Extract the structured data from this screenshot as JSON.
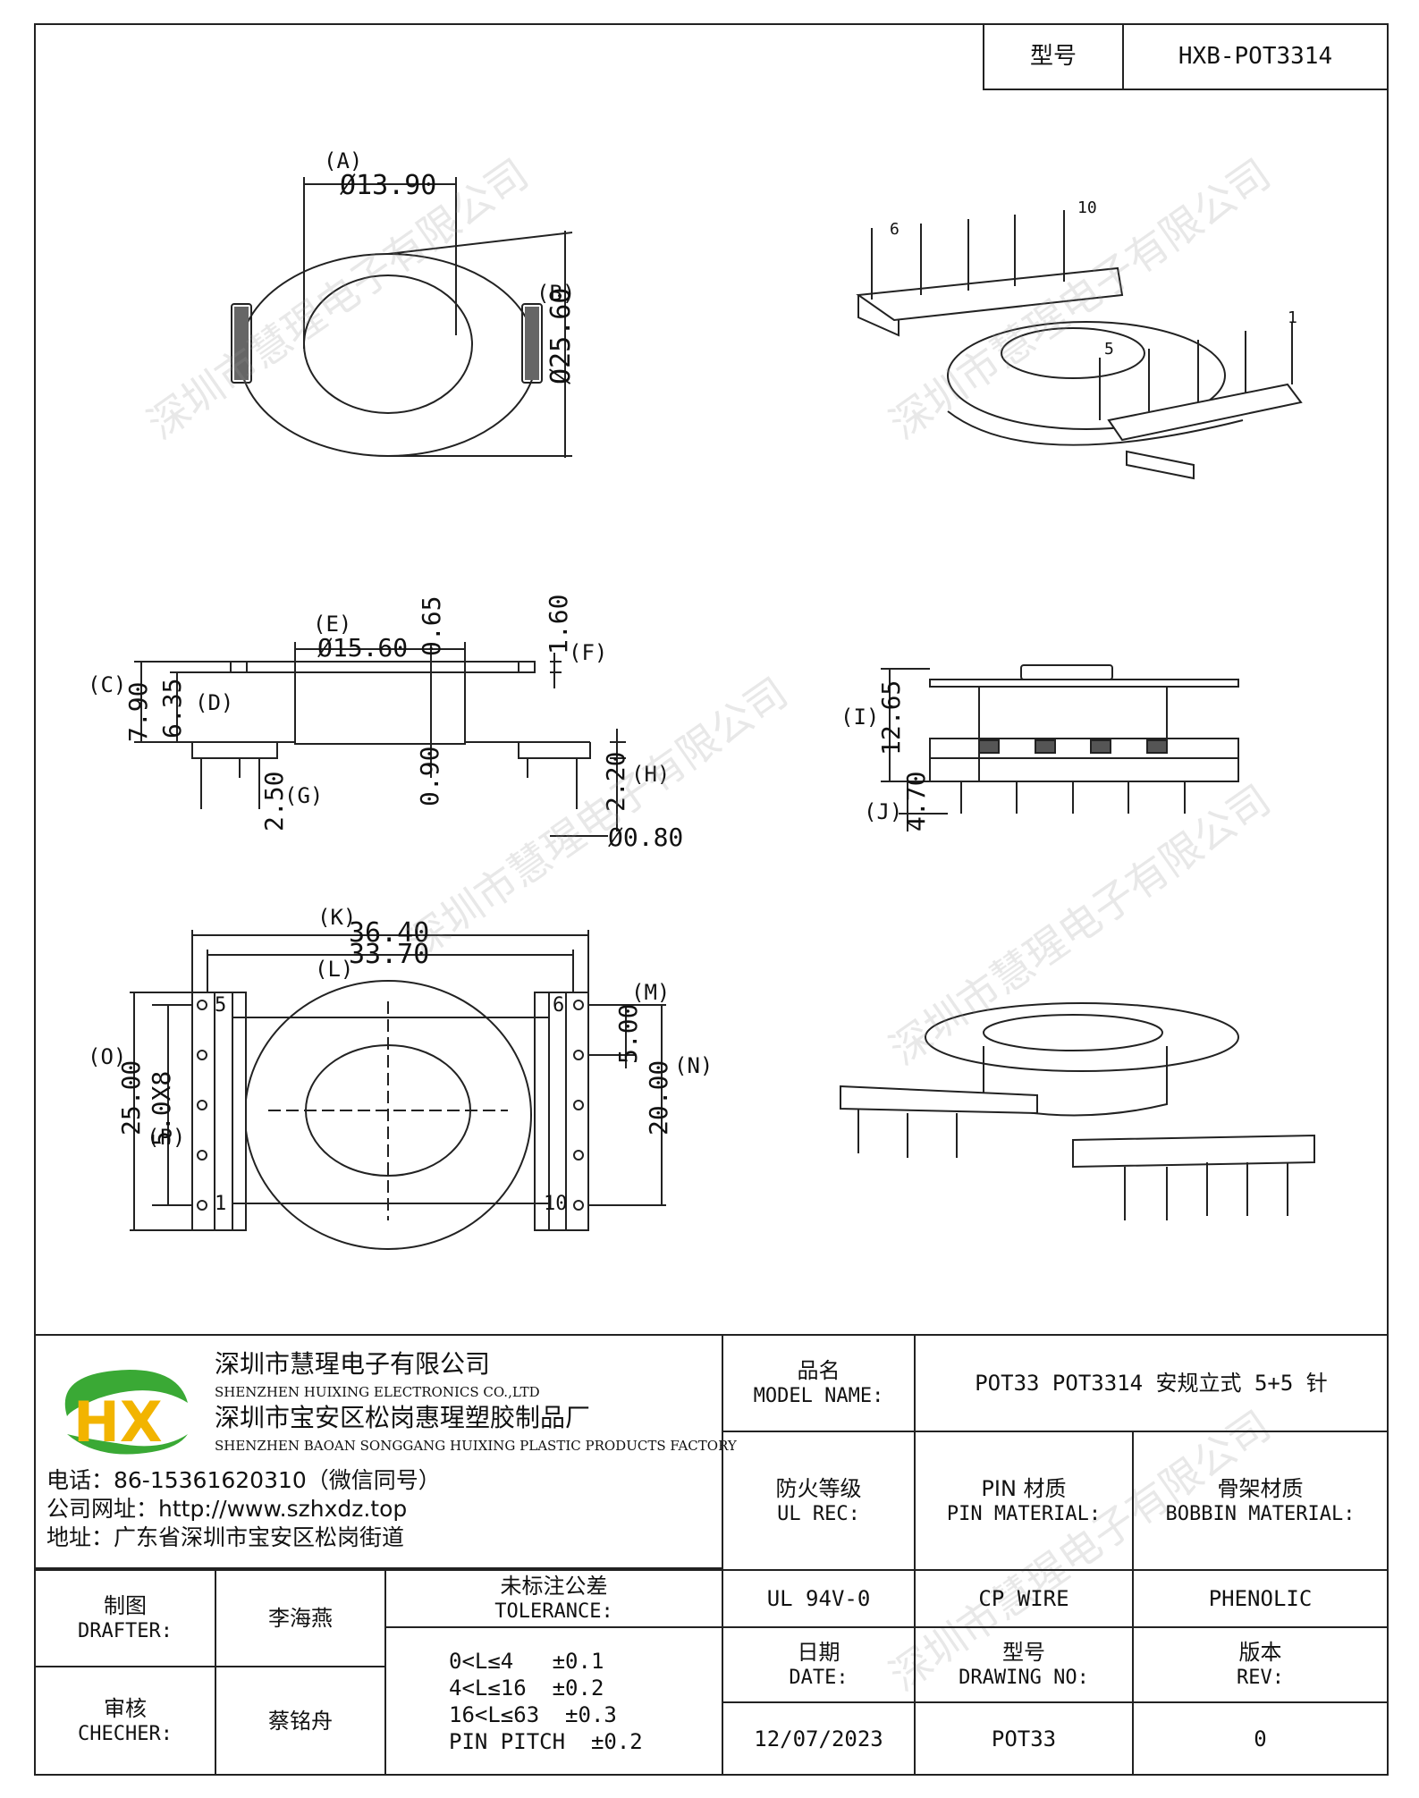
{
  "header": {
    "model_label": "型号",
    "model_value": "HXB-POT3314"
  },
  "dims": {
    "A": "(A)",
    "A_val": "Ø13.90",
    "B": "(B)",
    "B_val": "Ø25.60",
    "C": "(C)",
    "C_val": "7.90",
    "D": "(D)",
    "D_val": "6.35",
    "E": "(E)",
    "E_val": "Ø15.60",
    "E2_val": "0.65",
    "F": "(F)",
    "F_val": "1.60",
    "G": "(G)",
    "G_val": "2.50",
    "mid_val": "0.90",
    "H": "(H)",
    "H_val": "2.20",
    "pin_dia": "Ø0.80",
    "I": "(I)",
    "I_val": "12.65",
    "J": "(J)",
    "J_val": "4.70",
    "K": "(K)",
    "K_val": "36.40",
    "L": "(L)",
    "L_val": "33.70",
    "M": "(M)",
    "M_val": "5.00",
    "N": "(N)",
    "N_val": "20.00",
    "O": "(O)",
    "O_val": "25.00",
    "P": "(P)",
    "P_val": "5.0X8",
    "pin_1": "1",
    "pin_5": "5",
    "pin_6": "6",
    "pin_10": "10"
  },
  "watermark": "深圳市慧瑆电子有限公司",
  "company": {
    "logo_text": "HX",
    "name_cn": "深圳市慧瑆电子有限公司",
    "name_en": "SHENZHEN HUIXING ELECTRONICS CO.,LTD",
    "factory_cn": "深圳市宝安区松岗惠瑆塑胶制品厂",
    "factory_en": "SHENZHEN BAOAN SONGGANG HUIXING PLASTIC PRODUCTS FACTORY",
    "phone": "电话：86-15361620310（微信同号）",
    "website": "公司网址：http://www.szhxdz.top",
    "address": "地址：广东省深圳市宝安区松岗街道"
  },
  "title_block": {
    "model_name_cn": "品名",
    "model_name_en": "MODEL NAME:",
    "model_name_value": "POT33 POT3314 安规立式 5+5 针",
    "ul_cn": "防火等级",
    "ul_en": "UL REC:",
    "pin_cn": "PIN 材质",
    "pin_en": "PIN MATERIAL:",
    "bobbin_cn": "骨架材质",
    "bobbin_en": "BOBBIN MATERIAL:",
    "ul_value": "UL 94V-0",
    "pin_value": "CP WIRE",
    "bobbin_value": "PHENOLIC",
    "drafter_cn": "制图",
    "drafter_en": "DRAFTER:",
    "drafter_name": "李海燕",
    "checker_cn": "审核",
    "checker_en": "CHECHER:",
    "checker_name": "蔡铭舟",
    "tol_cn": "未标注公差",
    "tol_en": "TOLERANCE:",
    "tol_1": "0<L≤4   ±0.1",
    "tol_2": "4<L≤16  ±0.2",
    "tol_3": "16<L≤63  ±0.3",
    "tol_4": "PIN PITCH  ±0.2",
    "date_cn": "日期",
    "date_en": "DATE:",
    "drawing_cn": "型号",
    "drawing_en": "DRAWING NO:",
    "rev_cn": "版本",
    "rev_en": "REV:",
    "date_value": "12/07/2023",
    "drawing_value": "POT33",
    "rev_value": "0"
  },
  "colors": {
    "line": "#222222",
    "logo_green": "#3aa935",
    "logo_yellow": "#f2b400"
  }
}
